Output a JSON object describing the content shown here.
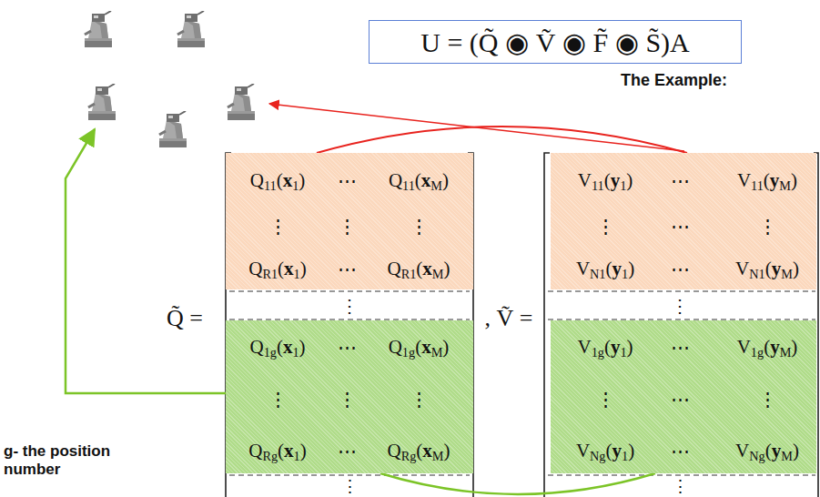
{
  "diagram": {
    "nodes": [
      {
        "text": [
          "U = (Q̃ ◉ Ṽ ◉ F̃ ◉ S̃)A"
        ]
      },
      {
        "text": [
          "Q11(x1)",
          "⋯",
          "Q11(xM)",
          "⋮",
          "⋮",
          "⋮",
          "QR1(x1)",
          "⋯",
          "QR1(xM)"
        ]
      },
      {
        "text": [
          "V11(y1)",
          "⋯",
          "V11(yM)",
          "⋮",
          "⋯",
          "⋮",
          "VN1(y1)",
          "⋯",
          "VN1(yM)"
        ]
      },
      {
        "text": [
          "Q1g(x1)",
          "⋯",
          "Q1g(xM)",
          "⋮",
          "⋮",
          "⋮",
          "QRg(x1)",
          "⋯",
          "QRg(xM)"
        ]
      },
      {
        "text": [
          "V1g(y1)",
          "⋯",
          "V1g(yM)",
          "⋮",
          "⋯",
          "⋮",
          "VNg(y1)",
          "⋯",
          "VNg(yM)"
        ]
      }
    ],
    "edges": [
      {
        "from": 1,
        "to": 2,
        "arrow": "none"
      },
      {
        "from": 3,
        "to": 4,
        "arrow": "none"
      }
    ],
    "labels": [
      "The Example:",
      "g- the position number",
      "Q̃ =",
      ", Ṽ =",
      "⋮",
      "⋮",
      "⋮",
      "⋮"
    ]
  }
}
